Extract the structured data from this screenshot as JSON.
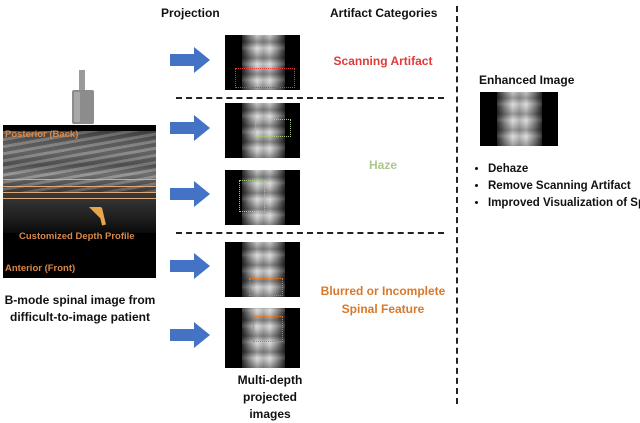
{
  "headers": {
    "projection": "Projection",
    "artifact_categories": "Artifact Categories",
    "enhanced_image": "Enhanced Image"
  },
  "bmode": {
    "posterior_label": "Posterior (Back)",
    "depth_profile_label": "Customized Depth Profile",
    "anterior_label": "Anterior (Front)",
    "caption_line1": "B-mode spinal image from",
    "caption_line2": "difficult-to-image patient"
  },
  "categories": {
    "scanning_artifact": "Scanning Artifact",
    "haze": "Haze",
    "blurred_line1": "Blurred or Incomplete",
    "blurred_line2": "Spinal Feature"
  },
  "projected_caption": {
    "line1": "Multi-depth",
    "line2": "projected images"
  },
  "bullets": [
    "Dehaze",
    "Remove Scanning Artifact",
    "Improved Visualization of Spine"
  ],
  "colors": {
    "scanning_artifact": "#e03a3a",
    "haze": "#a9c98a",
    "blurred": "#d9782a",
    "arrow": "#4472c4",
    "depth_label": "#d8894a"
  }
}
